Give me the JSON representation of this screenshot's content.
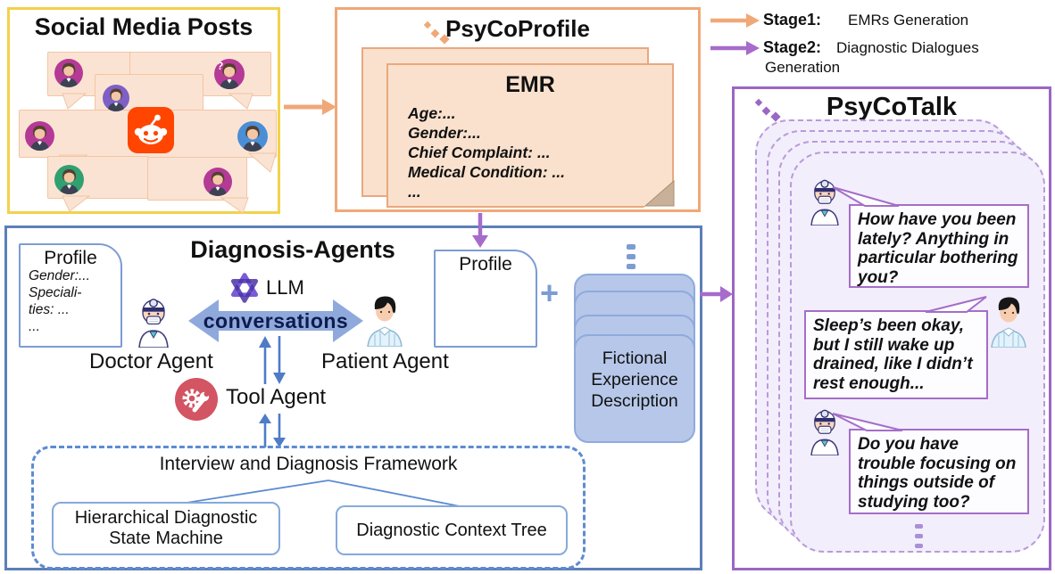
{
  "social": {
    "title": "Social Media Posts",
    "question_mark": "?"
  },
  "psycoprofile": {
    "title": "PsyCoProfile",
    "emr": {
      "title": "EMR",
      "lines": [
        "Age:...",
        "Gender:...",
        "Chief Complaint: ...",
        "Medical Condition: ...",
        "..."
      ]
    }
  },
  "legend": {
    "stage1": {
      "label": "Stage1:",
      "text": "EMRs Generation"
    },
    "stage2": {
      "label": "Stage2:",
      "text": "Diagnostic Dialogues",
      "text2": "Generation"
    }
  },
  "agents": {
    "title": "Diagnosis-Agents",
    "doctor_profile": {
      "title": "Profile",
      "lines": [
        "Gender:...",
        "Speciali-",
        "ties: ...",
        "..."
      ]
    },
    "llm_label": "LLM",
    "conversations_label": "conversations",
    "doctor_label": "Doctor Agent",
    "patient_label": "Patient Agent",
    "tool_label": "Tool Agent",
    "patient_profile": {
      "title": "Profile"
    },
    "plus": "+",
    "fictional_lines": [
      "Fictional",
      "Experience",
      "Description"
    ],
    "framework": {
      "title": "Interview and Diagnosis Framework",
      "boxes": [
        "Hierarchical Diagnostic State Machine",
        "Diagnostic Context Tree"
      ]
    }
  },
  "psycotalk": {
    "title": "PsyCoTalk",
    "messages": [
      {
        "speaker": "doctor",
        "text": "How have you been lately? Anything in particular bothering you?"
      },
      {
        "speaker": "patient",
        "text": "Sleep’s been okay, but I still wake up drained, like I didn’t rest enough..."
      },
      {
        "speaker": "doctor",
        "text": "Do you have trouble focusing on things outside of studying too?"
      }
    ]
  },
  "colors": {
    "stage1_orange": "#f0a878",
    "stage2_purple": "#a66bcb",
    "social_border": "#f2d24b",
    "profile_border": "#f0a878",
    "agents_border": "#5c7fb8",
    "psycotalk_border": "#9b66c4",
    "emr_card_fill": "#fae1cd",
    "fictional_fill": "#b6c7e9",
    "conversation_arrow": "#8fa9dc",
    "reddit_orange": "#ff4500",
    "tool_red": "#d35462"
  }
}
